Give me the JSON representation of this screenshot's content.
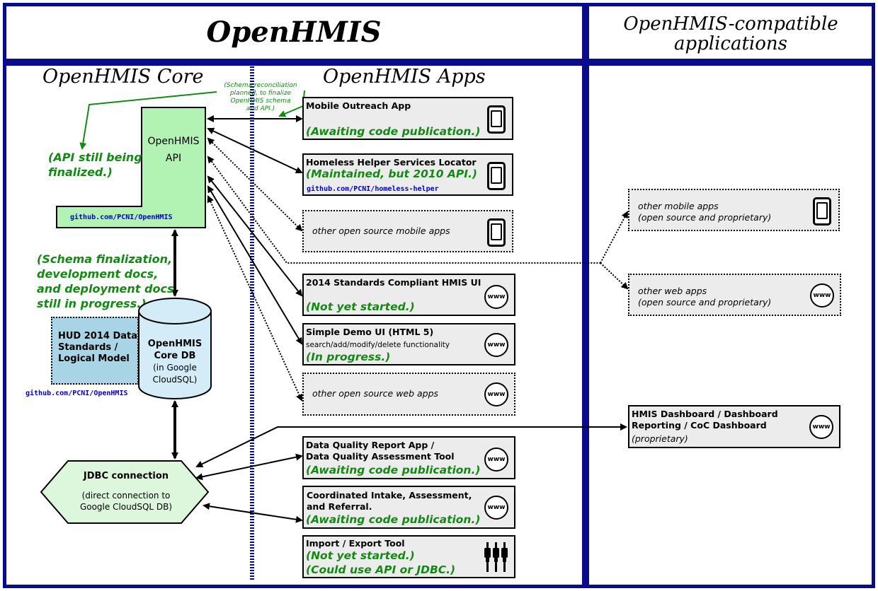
{
  "header": {
    "title": "OpenHMIS",
    "compatible_title_line1": "OpenHMIS-compatible",
    "compatible_title_line2": "applications"
  },
  "core": {
    "section_title": "OpenHMIS Core",
    "api_line1": "OpenHMIS",
    "api_line2": "API",
    "api_link": "github.com/PCNI/OpenHMIS",
    "api_note_line1": "(API still being",
    "api_note_line2": "finalized.)",
    "schema_note": [
      "(Schema reconciliation",
      "planned, to finalize",
      "OpenHMIS schema",
      "and API.)"
    ],
    "progress_note": [
      "(Schema finalization,",
      "development docs,",
      "and deployment docs",
      "still in progress.)"
    ],
    "hud_line1": "HUD 2014 Data",
    "hud_line2": "Standards /",
    "hud_line3": "Logical Model",
    "hud_link": "github.com/PCNI/OpenHMIS",
    "db_line1": "OpenHMIS",
    "db_line2": "Core DB",
    "db_line3": "(in Google",
    "db_line4": "CloudSQL)",
    "jdbc_title": "JDBC connection",
    "jdbc_line1": "(direct connection to",
    "jdbc_line2": "Google CloudSQL DB)"
  },
  "apps": {
    "section_title": "OpenHMIS Apps",
    "mobile_outreach": {
      "title": "Mobile Outreach App",
      "status": "(Awaiting code publication.)"
    },
    "homeless_helper": {
      "title": "Homeless Helper Services Locator",
      "status": "(Maintained, but 2010 API.)",
      "link": "github.com/PCNI/homeless-helper"
    },
    "other_mobile": {
      "label": "other open source mobile apps"
    },
    "standards_ui": {
      "title": "2014 Standards Compliant HMIS UI",
      "status": "(Not yet started.)"
    },
    "simple_demo": {
      "title": "Simple Demo UI  (HTML 5)",
      "sub": "search/add/modify/delete functionality",
      "status": "(In progress.)"
    },
    "other_web": {
      "label": "other open source web apps"
    },
    "data_quality": {
      "title_line1": "Data Quality Report App /",
      "title_line2": "Data Quality Assessment Tool",
      "status": "(Awaiting code publication.)"
    },
    "coordinated": {
      "title_line1": "Coordinated Intake, Assessment,",
      "title_line2": "and Referral.",
      "status": "(Awaiting code publication.)"
    },
    "import_export": {
      "title": "Import / Export Tool",
      "status_line1": "(Not yet started.)",
      "status_line2": "(Could use API or JDBC.)"
    }
  },
  "compatible": {
    "other_mobile_line1": "other mobile apps",
    "other_mobile_line2": "(open source and proprietary)",
    "other_web_line1": "other web apps",
    "other_web_line2": "(open source and proprietary)",
    "dashboard_line1": "HMIS Dashboard / Dashboard",
    "dashboard_line2": "Reporting / CoC Dashboard",
    "dashboard_line3": "(proprietary)"
  },
  "icons": {
    "www": "www",
    "phone": "mobile-phone-icon",
    "plug": "plug-icon"
  },
  "colors": {
    "frame": "#0a0a8c",
    "status_green": "#138a13",
    "api_fill": "#b2f2b2",
    "db_fill": "#d4ecf7",
    "hud_fill": "#a8d4e6",
    "jdbc_fill": "#dcf7dc",
    "app_fill": "#ececec",
    "link_blue": "#0000cc"
  }
}
